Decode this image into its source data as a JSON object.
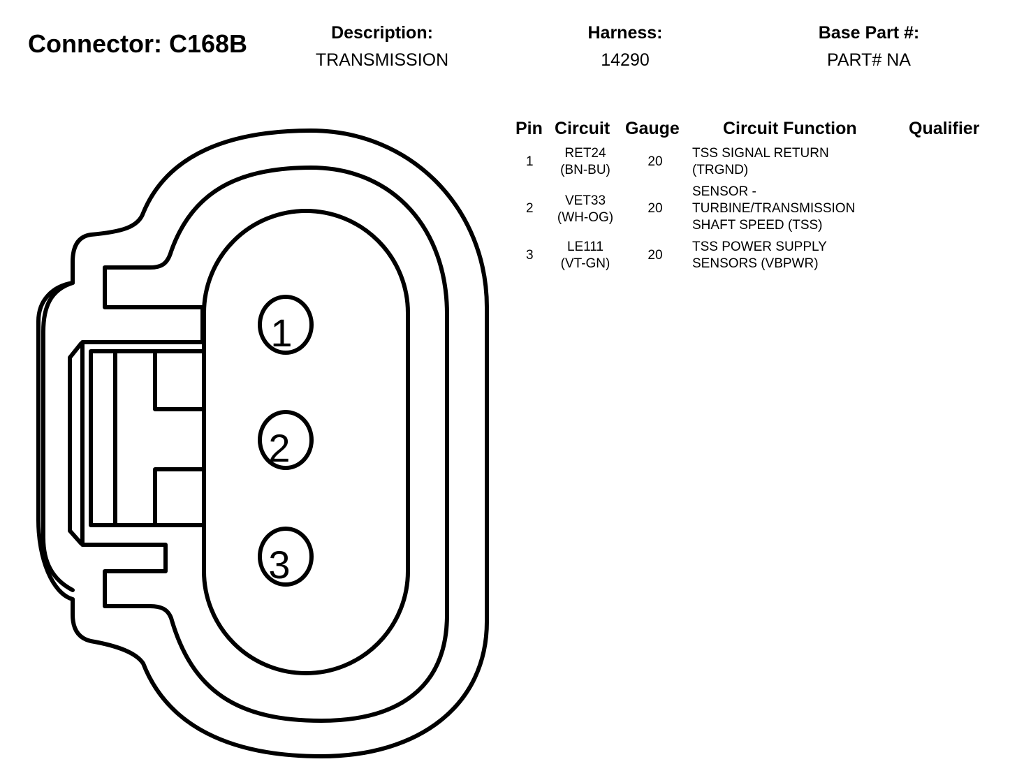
{
  "connector": {
    "title": "Connector: C168B"
  },
  "header": {
    "description": {
      "label": "Description:",
      "value": "TRANSMISSION"
    },
    "harness": {
      "label": "Harness:",
      "value": "14290"
    },
    "base_part": {
      "label": "Base Part #:",
      "value": "PART# NA"
    }
  },
  "table": {
    "columns": {
      "pin": "Pin",
      "circuit": "Circuit",
      "gauge": "Gauge",
      "function": "Circuit Function",
      "qualifier": "Qualifier"
    },
    "rows": [
      {
        "pin": "1",
        "circuit": "RET24",
        "color": "(BN-BU)",
        "gauge": "20",
        "function": [
          "TSS SIGNAL RETURN",
          "(TRGND)"
        ]
      },
      {
        "pin": "2",
        "circuit": "VET33",
        "color": "(WH-OG)",
        "gauge": "20",
        "function": [
          "SENSOR -",
          "TURBINE/TRANSMISSION",
          "SHAFT SPEED (TSS)"
        ]
      },
      {
        "pin": "3",
        "circuit": "LE111",
        "color": "(VT-GN)",
        "gauge": "20",
        "function": [
          "TSS POWER SUPPLY",
          "SENSORS (VBPWR)"
        ]
      }
    ]
  },
  "diagram": {
    "pin_labels": [
      "1",
      "2",
      "3"
    ]
  }
}
